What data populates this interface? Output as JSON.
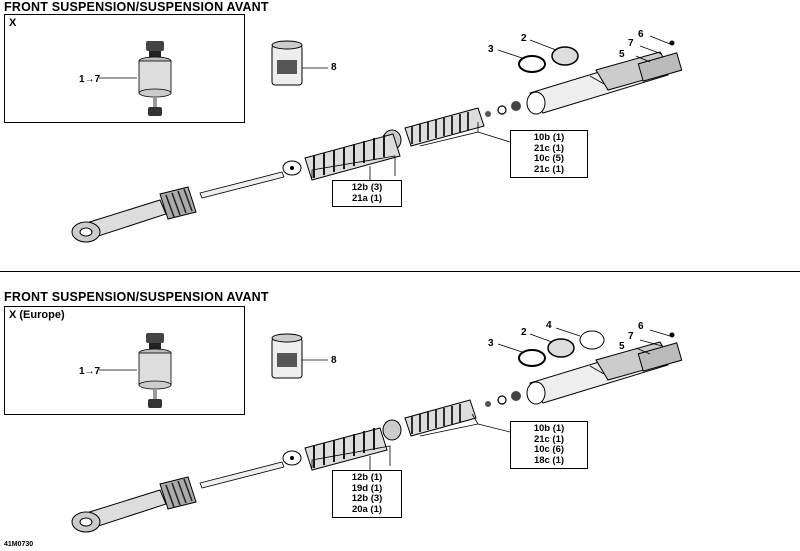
{
  "diagram_code": "41M0730",
  "panels": [
    {
      "title": "FRONT SUSPENSION/SUSPENSION AVANT",
      "inset_label": "X",
      "inset_callout": "1→7",
      "callouts": {
        "c2": "2",
        "c3": "3",
        "c5": "5",
        "c6": "6",
        "c7": "7",
        "c8": "8"
      },
      "box_rear": [
        "10b (1)",
        "21c (1)",
        "10c (5)",
        "21c (1)"
      ],
      "box_front": [
        "12b (3)",
        "21a (1)"
      ]
    },
    {
      "title": "FRONT SUSPENSION/SUSPENSION AVANT",
      "inset_label": "X (Europe)",
      "inset_callout": "1→7",
      "callouts": {
        "c2": "2",
        "c3": "3",
        "c4": "4",
        "c5": "5",
        "c6": "6",
        "c7": "7",
        "c8": "8"
      },
      "box_rear": [
        "10b (1)",
        "21c (1)",
        "10c (6)",
        "18c (1)"
      ],
      "box_front": [
        "12b (1)",
        "19d (1)",
        "12b (3)",
        "20a (1)"
      ]
    }
  ]
}
